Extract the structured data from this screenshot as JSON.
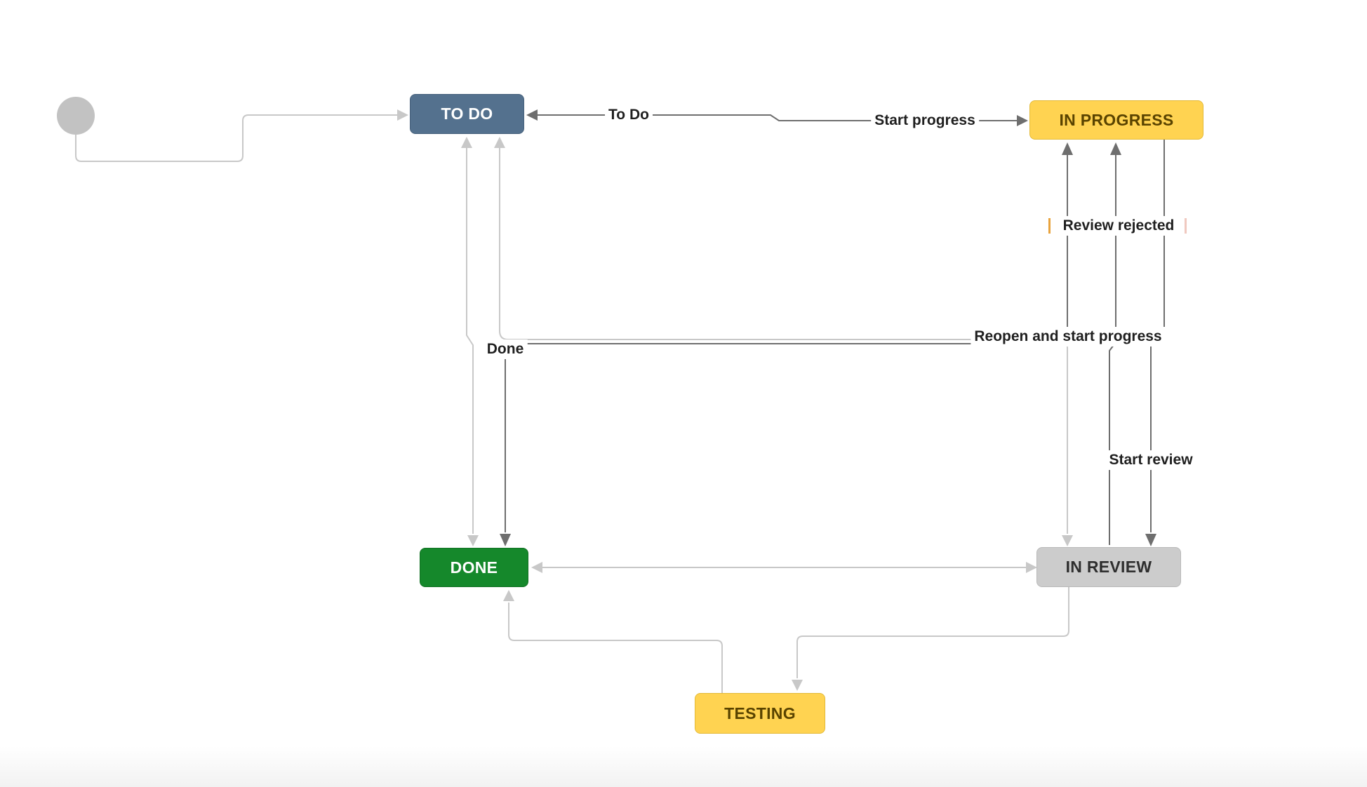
{
  "workflow": {
    "statuses": [
      {
        "label": "TO DO",
        "bg": "#54718E",
        "text_color": "#FFFFFF"
      },
      {
        "label": "IN PROGRESS",
        "bg": "#FFD351",
        "text_color": "#594300"
      },
      {
        "label": "DONE",
        "bg": "#15882B",
        "text_color": "#FFFFFF"
      },
      {
        "label": "IN REVIEW",
        "bg": "#CCCCCC",
        "text_color": "#2E2E2E"
      },
      {
        "label": "TESTING",
        "bg": "#FFD351",
        "text_color": "#594300"
      }
    ],
    "transitions": [
      {
        "label": "To Do"
      },
      {
        "label": "Start progress"
      },
      {
        "label": "Review rejected"
      },
      {
        "label": "Reopen and start progress"
      },
      {
        "label": "Start review"
      },
      {
        "label": "Done"
      }
    ],
    "colors": {
      "canvas_bg": "#FFFFFF",
      "muted_line": "#C8C8C8",
      "emphasis_line": "#6E6E6E",
      "start_node": "#C2C2C2",
      "label_text": "#1F1F1F",
      "review_rejected_left_tick": "#E8A33D",
      "review_rejected_right_tick": "#F0C9C0"
    }
  }
}
